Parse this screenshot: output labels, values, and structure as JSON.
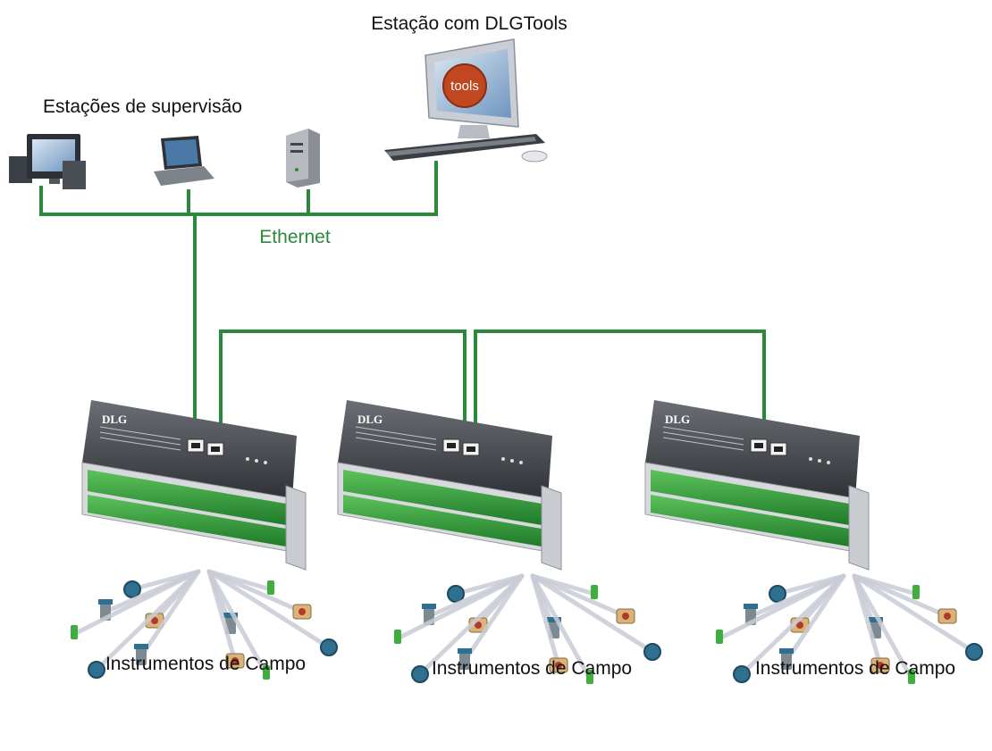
{
  "labels": {
    "dlgtools_station": "Estação com DLGTools",
    "supervision_stations": "Estações de supervisão",
    "ethernet": "Ethernet",
    "field_instruments": [
      "Instrumentos de Campo",
      "Instrumentos de Campo",
      "Instrumentos de Campo"
    ]
  },
  "screen_logo_text": "tools",
  "device_brand": "DLG",
  "colors": {
    "network_line": "#2a8a3a",
    "terminal_green": "#3fae3f",
    "instrument_blue": "#2f6f8f"
  }
}
